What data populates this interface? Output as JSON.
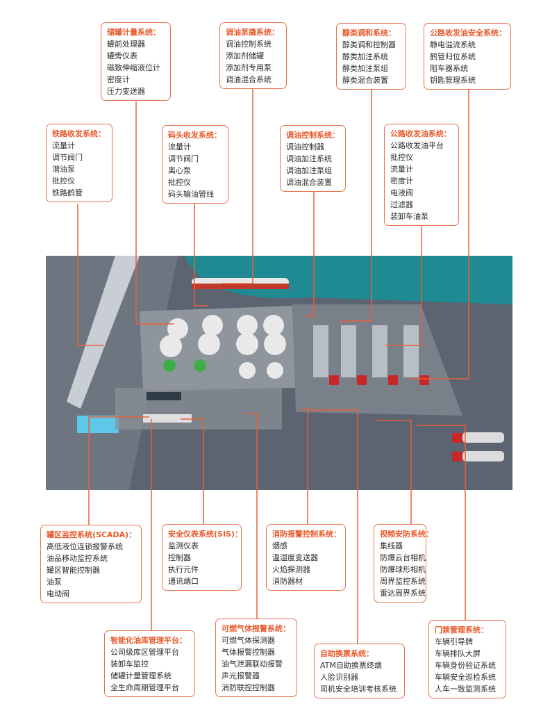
{
  "accent_color": "#e8613a",
  "boxes": [
    {
      "id": "storage-metering",
      "title": "储罐计量系统：",
      "items": [
        "罐前处理器",
        "罐旁仪表",
        "磁致伸缩液位计",
        "密度计",
        "压力变送器"
      ]
    },
    {
      "id": "blending-skid",
      "title": "调油泵撬系统：",
      "items": [
        "调油控制系统",
        "添加剂储罐",
        "添加剂专用泵",
        "调油混合系统"
      ]
    },
    {
      "id": "alcohol-blending",
      "title": "醇类调和系统：",
      "items": [
        "醇类调和控制器",
        "醇类加注系统",
        "醇类加注泵组",
        "醇类混合装置"
      ]
    },
    {
      "id": "road-safety",
      "title": "公路收发油安全系统：",
      "items": [
        "静电溢流系统",
        "鹤管归位系统",
        "阻车器系统",
        "钥匙管理系统"
      ]
    },
    {
      "id": "railway",
      "title": "铁路收发系统：",
      "items": [
        "流量计",
        "调节阀门",
        "潜油泵",
        "批控仪",
        "铁路鹤管"
      ]
    },
    {
      "id": "wharf",
      "title": "码头收发系统：",
      "items": [
        "流量计",
        "调节阀门",
        "离心泵",
        "批控仪",
        "码头输油管线"
      ]
    },
    {
      "id": "blending-control",
      "title": "调油控制系统：",
      "items": [
        "调油控制器",
        "调油加注系统",
        "调油加注泵组",
        "调油混合装置"
      ]
    },
    {
      "id": "road-loading",
      "title": "公路收发油系统：",
      "items": [
        "公路收发油平台",
        "批控仪",
        "流量计",
        "密度计",
        "电液阀",
        "过滤器",
        "装卸车油泵"
      ]
    },
    {
      "id": "scada",
      "title": "罐区监控系统(SCADA)：",
      "items": [
        "高低液位连锁报警系统",
        "油品移动监控系统",
        "罐区智能控制器",
        "油泵",
        "电动阀"
      ]
    },
    {
      "id": "sis",
      "title": "安全仪表系统(SIS)：",
      "items": [
        "监测仪表",
        "控制器",
        "执行元件",
        "通讯端口"
      ]
    },
    {
      "id": "fire-alarm",
      "title": "消防报警控制系统：",
      "items": [
        "烟感",
        "温湿度变送器",
        "火焰探测器",
        "消防器材"
      ]
    },
    {
      "id": "video-security",
      "title": "视频安防系统：",
      "items": [
        "集线器",
        "防爆云台相机",
        "防爆球形相机",
        "周界监控系统",
        "雷达周界系统"
      ]
    },
    {
      "id": "smart-depot",
      "title": "智能化油库管理平台：",
      "items": [
        "公司级库区管理平台",
        "装卸车监控",
        "储罐计量管理系统",
        "全生命周期管理平台"
      ]
    },
    {
      "id": "gas-alarm",
      "title": "可燃气体报警系统：",
      "items": [
        "可燃气体探测器",
        "气体报警控制器",
        "油气泄漏联动报警",
        "声光报警器",
        "消防联控控制器"
      ]
    },
    {
      "id": "self-ticket",
      "title": "自助换票系统：",
      "items": [
        "ATM自助换票终端",
        "人脸识别器",
        "司机安全培训考核系统"
      ]
    },
    {
      "id": "access-control",
      "title": "门禁管理系统：",
      "items": [
        "车辆引导牌",
        "车辆排队大屏",
        "车辆身份验证系统",
        "车辆安全巡检系统",
        "人车一致监测系统"
      ]
    }
  ]
}
